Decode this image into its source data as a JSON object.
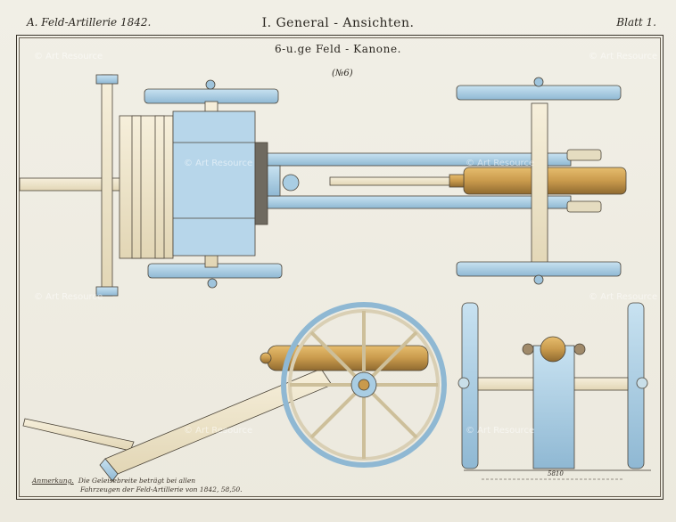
{
  "header": {
    "left": "A. Feld-Artillerie 1842.",
    "center": "I. General - Ansichten.",
    "right": "Blatt 1."
  },
  "subtitle": "6-u.ge Feld - Kanone.",
  "plate_number": "(№6)",
  "note": {
    "label": "Anmerkung.",
    "line1": "Die Geleisebreite beträgt bei allen",
    "line2": "Fahrzeugen der Feld-Artillerie von 1842, 58,50."
  },
  "scale_label": "5810",
  "watermarks": [
    "© Art Resource",
    "© Art Resource",
    "© Art Resource",
    "© Art Resource",
    "© Art Resource",
    "© Art Resource",
    "© Art Resource",
    "© Art Resource"
  ],
  "colors": {
    "paper": "#f1efe6",
    "iron": "#a9cde3",
    "wood": "#efe6cc",
    "bronze": "#c99a4c",
    "ink": "#3a342b"
  }
}
